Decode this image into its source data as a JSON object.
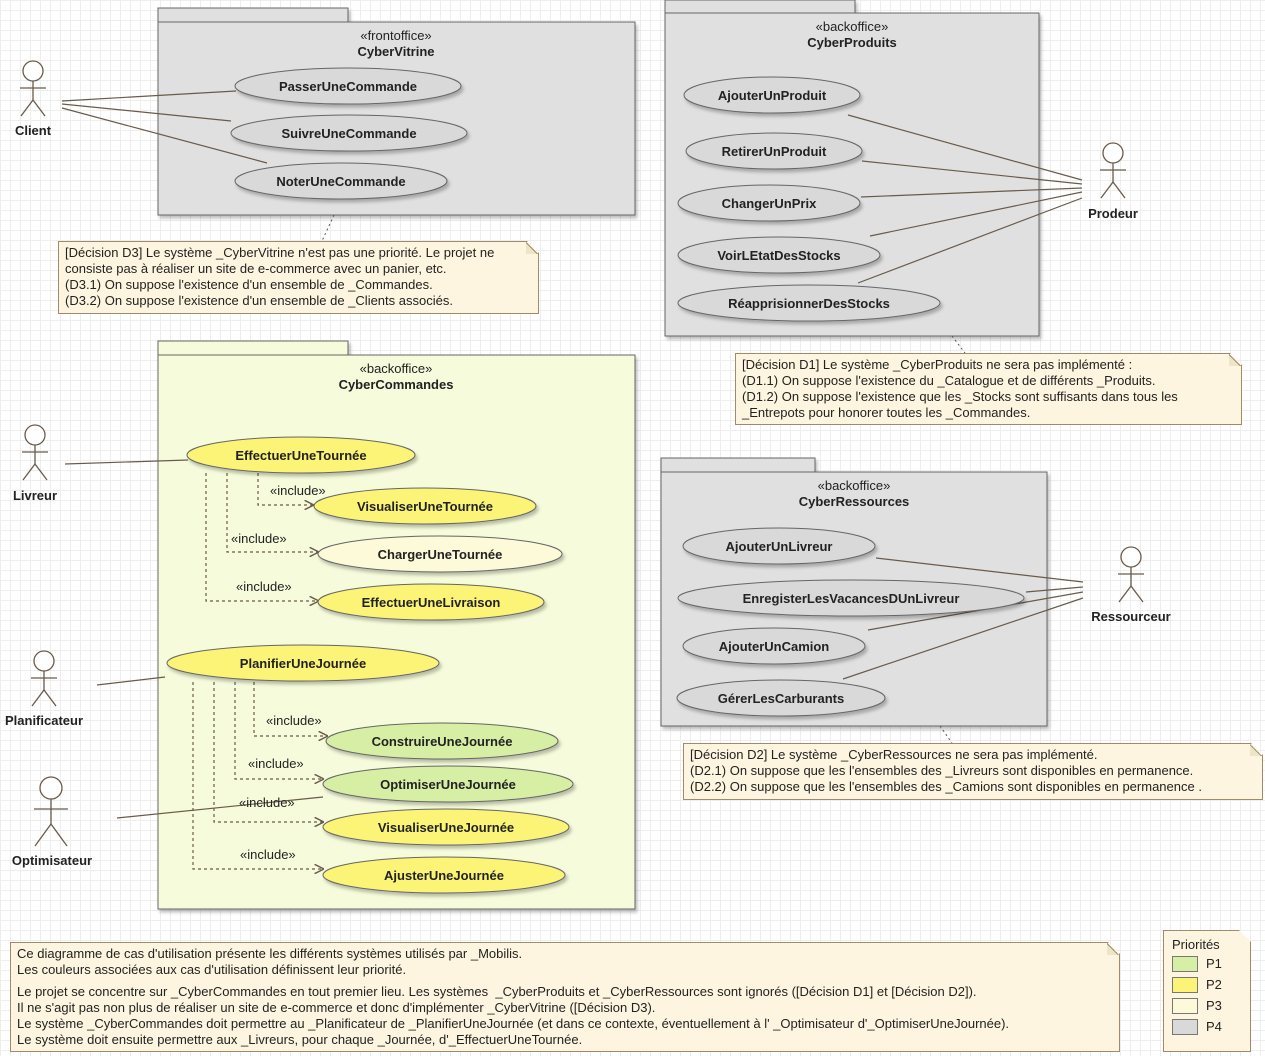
{
  "colors": {
    "P1": "#d7efa4",
    "P2": "#fcf476",
    "P3": "#fdfad9",
    "P4": "#d9d9d9",
    "package_default": "#e0e0e0",
    "package_commandes": "#f5fbdb"
  },
  "packages": {
    "vitrine": {
      "stereotype": "«frontoffice»",
      "name": "CyberVitrine"
    },
    "produits": {
      "stereotype": "«backoffice»",
      "name": "CyberProduits"
    },
    "commandes": {
      "stereotype": "«backoffice»",
      "name": "CyberCommandes"
    },
    "ressources": {
      "stereotype": "«backoffice»",
      "name": "CyberRessources"
    }
  },
  "actors": {
    "client": "Client",
    "prodeur": "Prodeur",
    "livreur": "Livreur",
    "planificateur": "Planificateur",
    "optimisateur": "Optimisateur",
    "ressourceur": "Ressourceur"
  },
  "usecases": {
    "passer": "PasserUneCommande",
    "suivre": "SuivreUneCommande",
    "noter": "NoterUneCommande",
    "ajouter_produit": "AjouterUnProduit",
    "retirer_produit": "RetirerUnProduit",
    "changer_prix": "ChangerUnPrix",
    "voir_stocks": "VoirLEtatDesStocks",
    "reapprovisionner": "RéapprisionnerDesStocks",
    "effectuer_tournee": "EffectuerUneTournée",
    "visualiser_tournee": "VisualiserUneTournée",
    "charger_tournee": "ChargerUneTournée",
    "effectuer_livraison": "EffectuerUneLivraison",
    "planifier_journee": "PlanifierUneJournée",
    "construire_journee": "ConstruireUneJournée",
    "optimiser_journee": "OptimiserUneJournée",
    "visualiser_journee": "VisualiserUneJournée",
    "ajuster_journee": "AjusterUneJournée",
    "ajouter_livreur": "AjouterUnLivreur",
    "vacances_livreur": "EnregisterLesVacancesDUnLivreur",
    "ajouter_camion": "AjouterUnCamion",
    "carburants": "GérerLesCarburants"
  },
  "include_label": "«include»",
  "notes": {
    "d3": [
      "[Décision D3] Le système _CyberVitrine n'est pas une priorité. Le projet ne",
      "consiste pas à réaliser un site de e-commerce avec un panier, etc.",
      "(D3.1) On suppose l'existence d'un ensemble de _Commandes.",
      "(D3.2) On suppose l'existence d'un ensemble de _Clients associés."
    ],
    "d1": [
      "[Décision D1] Le système _CyberProduits ne sera pas implémenté :",
      "(D1.1) On suppose l'existence du _Catalogue et de différents _Produits.",
      "(D1.2) On suppose l'existence que les _Stocks sont suffisants dans tous les",
      "_Entrepots pour honorer toutes les _Commandes."
    ],
    "d2": [
      "[Décision D2] Le système _CyberRessources ne sera pas implémenté.",
      "(D2.1) On suppose que les l'ensembles des _Livreurs sont disponibles en permanence.",
      "(D2.2) On suppose que les l'ensembles des _Camions sont disponibles en permanence ."
    ],
    "main_intro": [
      "Ce diagramme de cas d'utilisation présente les différents systèmes utilisés par _Mobilis.",
      "Les couleurs associées aux cas d'utilisation définissent leur priorité."
    ],
    "main_body": [
      "Le projet se concentre sur _CyberCommandes en tout premier lieu. Les systèmes  _CyberProduits et _CyberRessources sont ignorés ([Décision D1] et [Décision D2]).",
      "Il ne s'agit pas non plus de réaliser un site de e-commerce et donc d'implémenter _CyberVitrine ([Décision D3).",
      "Le système _CyberCommandes doit permettre au _Planificateur de _PlanifierUneJournée (et dans ce contexte, éventuellement à l' _Optimisateur d'_OptimiserUneJournée).",
      "Le système doit ensuite permettre aux _Livreurs, pour chaque _Journée, d'_EffectuerUneTournée."
    ]
  },
  "legend": {
    "title": "Priorités",
    "items": [
      {
        "label": "P1",
        "color": "#d7efa4"
      },
      {
        "label": "P2",
        "color": "#fcf476"
      },
      {
        "label": "P3",
        "color": "#fdfad9"
      },
      {
        "label": "P4",
        "color": "#d9d9d9"
      }
    ]
  }
}
